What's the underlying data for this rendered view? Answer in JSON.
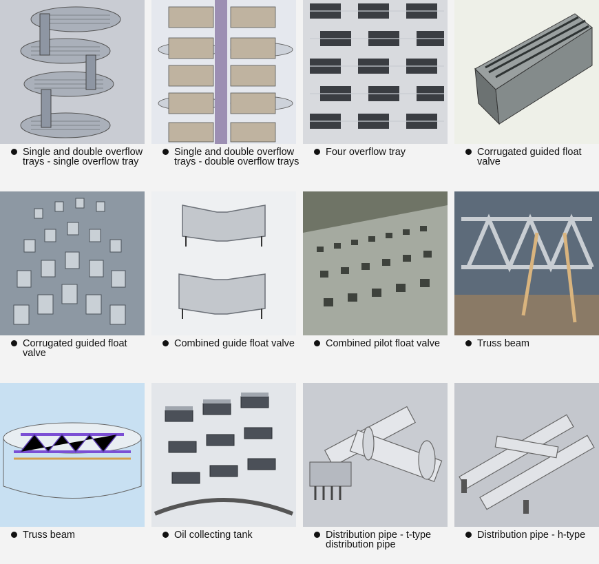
{
  "items": [
    {
      "caption": "Single and double overflow trays - single overflow tray",
      "image": "single-overflow-tray-render"
    },
    {
      "caption": "Single and double overflow trays - double overflow trays",
      "image": "double-overflow-tray-render"
    },
    {
      "caption": "Four overflow tray",
      "image": "four-overflow-tray-render"
    },
    {
      "caption": "Corrugated guided float valve",
      "image": "corrugated-valve-photo"
    },
    {
      "caption": "Corrugated guided float valve",
      "image": "corrugated-valve-plate-photo"
    },
    {
      "caption": "Combined guide float valve",
      "image": "combined-guide-valve-photo"
    },
    {
      "caption": "Combined pilot float valve",
      "image": "pilot-valve-tray-photo"
    },
    {
      "caption": "Truss beam",
      "image": "truss-beam-photo"
    },
    {
      "caption": "Truss beam",
      "image": "truss-beam-render"
    },
    {
      "caption": "Oil collecting tank",
      "image": "oil-collecting-tank-render"
    },
    {
      "caption": "Distribution pipe - t-type distribution pipe",
      "image": "t-type-pipe-render"
    },
    {
      "caption": "Distribution pipe - h-type",
      "image": "h-type-pipe-render"
    }
  ]
}
